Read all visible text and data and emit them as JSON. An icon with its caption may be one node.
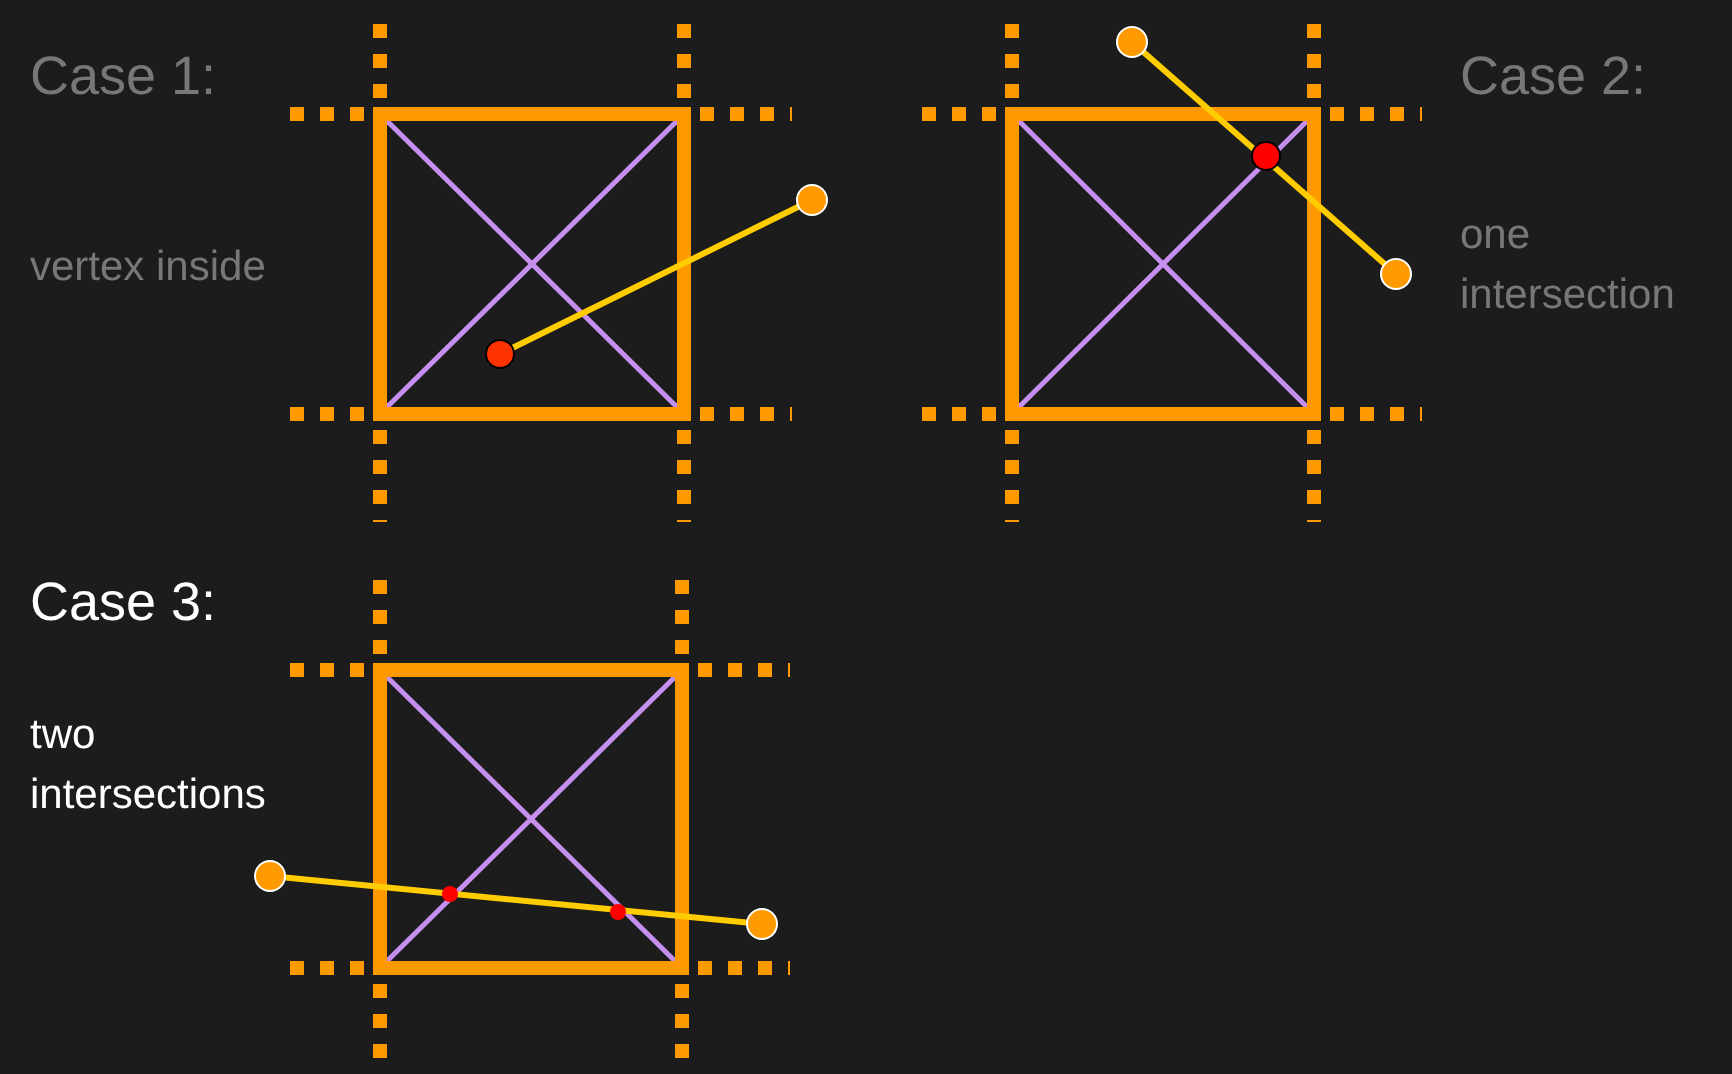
{
  "diagram": {
    "labels": [
      "Case 1:",
      "vertex inside",
      "Case 2:",
      "one intersection",
      "Case 3:",
      "two intersections"
    ]
  }
}
